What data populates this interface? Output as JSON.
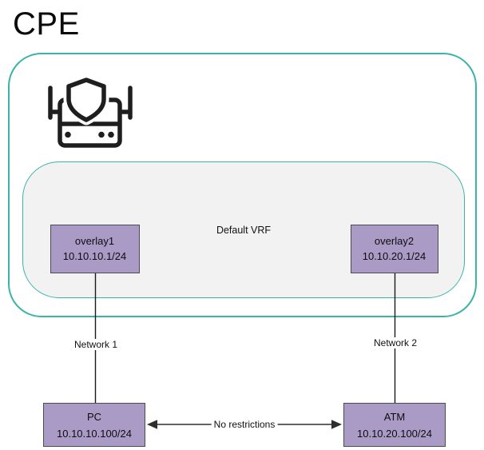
{
  "title": "CPE",
  "colors": {
    "teal_border": "#3bb3a8",
    "inner_fill": "#f2f2f2",
    "node_fill": "#a99bc6",
    "node_border": "#4d4a52",
    "line": "#1a1a1a",
    "icon_stroke": "#1e1e1e"
  },
  "vrf": {
    "label": "Default VRF"
  },
  "nodes": {
    "overlay1": {
      "name": "overlay1",
      "ip": "10.10.10.1/24"
    },
    "overlay2": {
      "name": "overlay2",
      "ip": "10.10.20.1/24"
    },
    "pc": {
      "name": "PC",
      "ip": "10.10.10.100/24"
    },
    "atm": {
      "name": "ATM",
      "ip": "10.10.20.100/24"
    }
  },
  "links": {
    "network1": {
      "label": "Network 1"
    },
    "network2": {
      "label": "Network 2"
    },
    "pc_atm": {
      "label": "No restrictions"
    }
  }
}
